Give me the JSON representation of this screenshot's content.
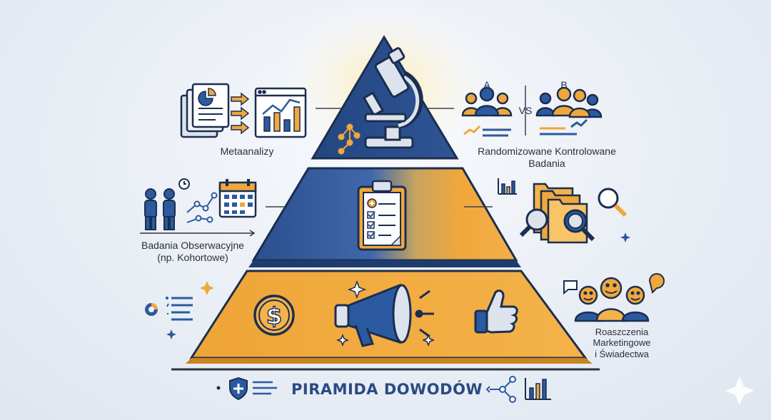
{
  "diagram": {
    "title": "PIRAMIDA DOWODÓW",
    "labels": {
      "meta": "Metaanalizy",
      "rct_line1": "Randomizowane Kontrolowane",
      "rct_line2": "Badania",
      "obs_line1": "Badania Obserwacyjne",
      "obs_line2": "(np. Kohortowe)",
      "mkt_line1": "Roaszczenia",
      "mkt_line2": "Marketingowe",
      "mkt_line3": "i Świadectwa",
      "group_a": "A",
      "group_b": "B",
      "versus": "VS"
    },
    "colors": {
      "navy": "#2b4f8e",
      "orange": "#f0a73c",
      "line": "#2d3440"
    },
    "icons": [
      "documents-icon",
      "line-chart-icon",
      "microscope-icon",
      "people-group-icon",
      "calendar-icon",
      "clipboard-checklist-icon",
      "magnifier-icon",
      "folders-icon",
      "dollar-coin-icon",
      "megaphone-icon",
      "thumbs-up-icon",
      "smiling-faces-icon",
      "shield-cross-icon",
      "bar-chart-icon",
      "sparkle-icon"
    ]
  }
}
